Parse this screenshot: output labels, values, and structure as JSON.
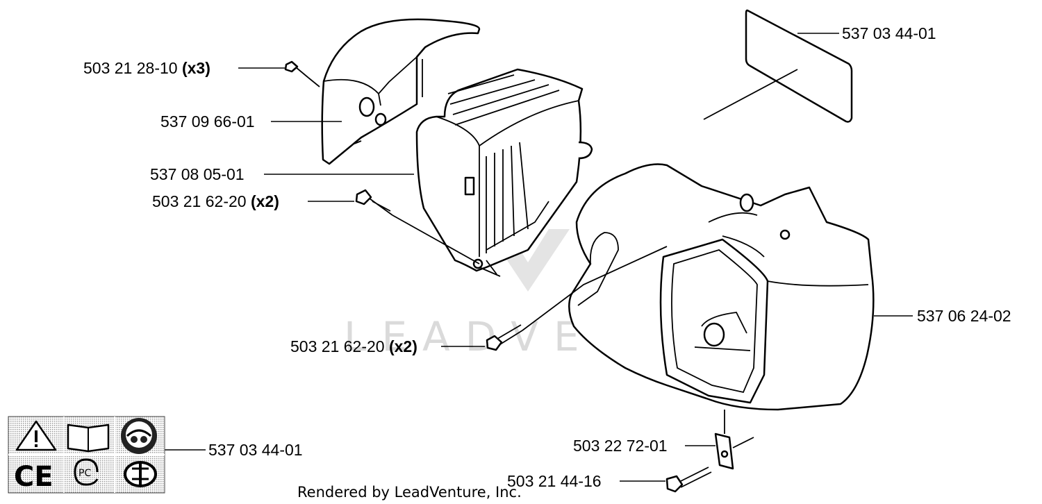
{
  "callouts": [
    {
      "part": "503 21 28-10",
      "qty": "(x3)"
    },
    {
      "part": "537 09 66-01",
      "qty": ""
    },
    {
      "part": "537 08 05-01",
      "qty": ""
    },
    {
      "part": "503 21 62-20",
      "qty": "(x2)"
    },
    {
      "part": "503 21 62-20",
      "qty": "(x2)"
    },
    {
      "part": "537 03 44-01",
      "qty": ""
    },
    {
      "part": "537 06 24-02",
      "qty": ""
    },
    {
      "part": "537 03 44-01",
      "qty": ""
    },
    {
      "part": "503 22 72-01",
      "qty": ""
    },
    {
      "part": "503 21 44-16",
      "qty": ""
    }
  ],
  "watermark": "LEADVENTURE",
  "credit": "Rendered by LeadVenture, Inc.",
  "symbols": {
    "warning": "warning-icon",
    "manual": "manual-book-icon",
    "protection": "ear-eye-protection-icon",
    "ce": "ce-mark-icon",
    "pct": "pct-mark-icon",
    "gost": "gost-mark-icon",
    "ce_text": "CE"
  }
}
